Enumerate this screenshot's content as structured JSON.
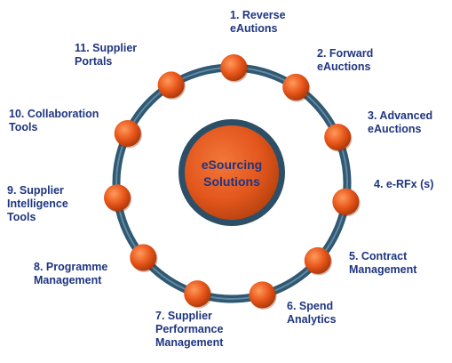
{
  "center": {
    "line1": "eSourcing",
    "line2": "Solutions"
  },
  "colors": {
    "ring": "#2f5873",
    "ring_highlight": "#7d9bb0",
    "node": "#e8561a",
    "node_dark": "#a83608",
    "text": "#1f3580"
  },
  "nodes": [
    {
      "label": "1. Reverse\neAutions"
    },
    {
      "label": "2. Forward\neAuctions"
    },
    {
      "label": "3. Advanced\neAuctions"
    },
    {
      "label": "4. e-RFx (s)"
    },
    {
      "label": "5. Contract\nManagement"
    },
    {
      "label": "6. Spend\nAnalytics"
    },
    {
      "label": "7. Supplier\nPerformance\nManagement"
    },
    {
      "label": "8. Programme\nManagement"
    },
    {
      "label": "9. Supplier\nIntelligence\nTools"
    },
    {
      "label": "10. Collaboration\nTools"
    },
    {
      "label": "11. Supplier\nPortals"
    }
  ]
}
